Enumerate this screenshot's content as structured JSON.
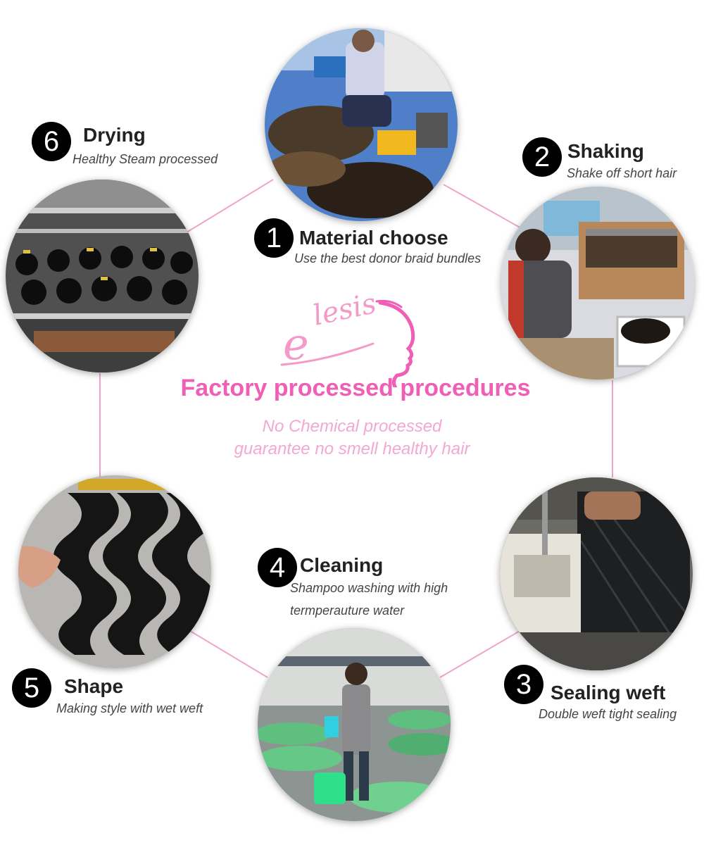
{
  "brand": {
    "logo_text": "elesis"
  },
  "headline": "Factory processed procedures",
  "subline_1": "No Chemical processed",
  "subline_2": "guarantee no smell healthy hair",
  "colors": {
    "accent_pink": "#ef5fb5",
    "light_pink": "#f2a8d2",
    "connector": "#f0a6cc"
  },
  "steps": [
    {
      "number": "1",
      "title": "Material choose",
      "subtitle": "Use the best donor braid bundles"
    },
    {
      "number": "2",
      "title": "Shaking",
      "subtitle": "Shake off short hair"
    },
    {
      "number": "3",
      "title": "Sealing weft",
      "subtitle": "Double weft tight sealing"
    },
    {
      "number": "4",
      "title": "Cleaning",
      "subtitle_line1": "Shampoo washing  with high",
      "subtitle_line2": "termperauture water"
    },
    {
      "number": "5",
      "title": "Shape",
      "subtitle": "Making style with wet weft"
    },
    {
      "number": "6",
      "title": "Drying",
      "subtitle": "Healthy Steam processed"
    }
  ]
}
